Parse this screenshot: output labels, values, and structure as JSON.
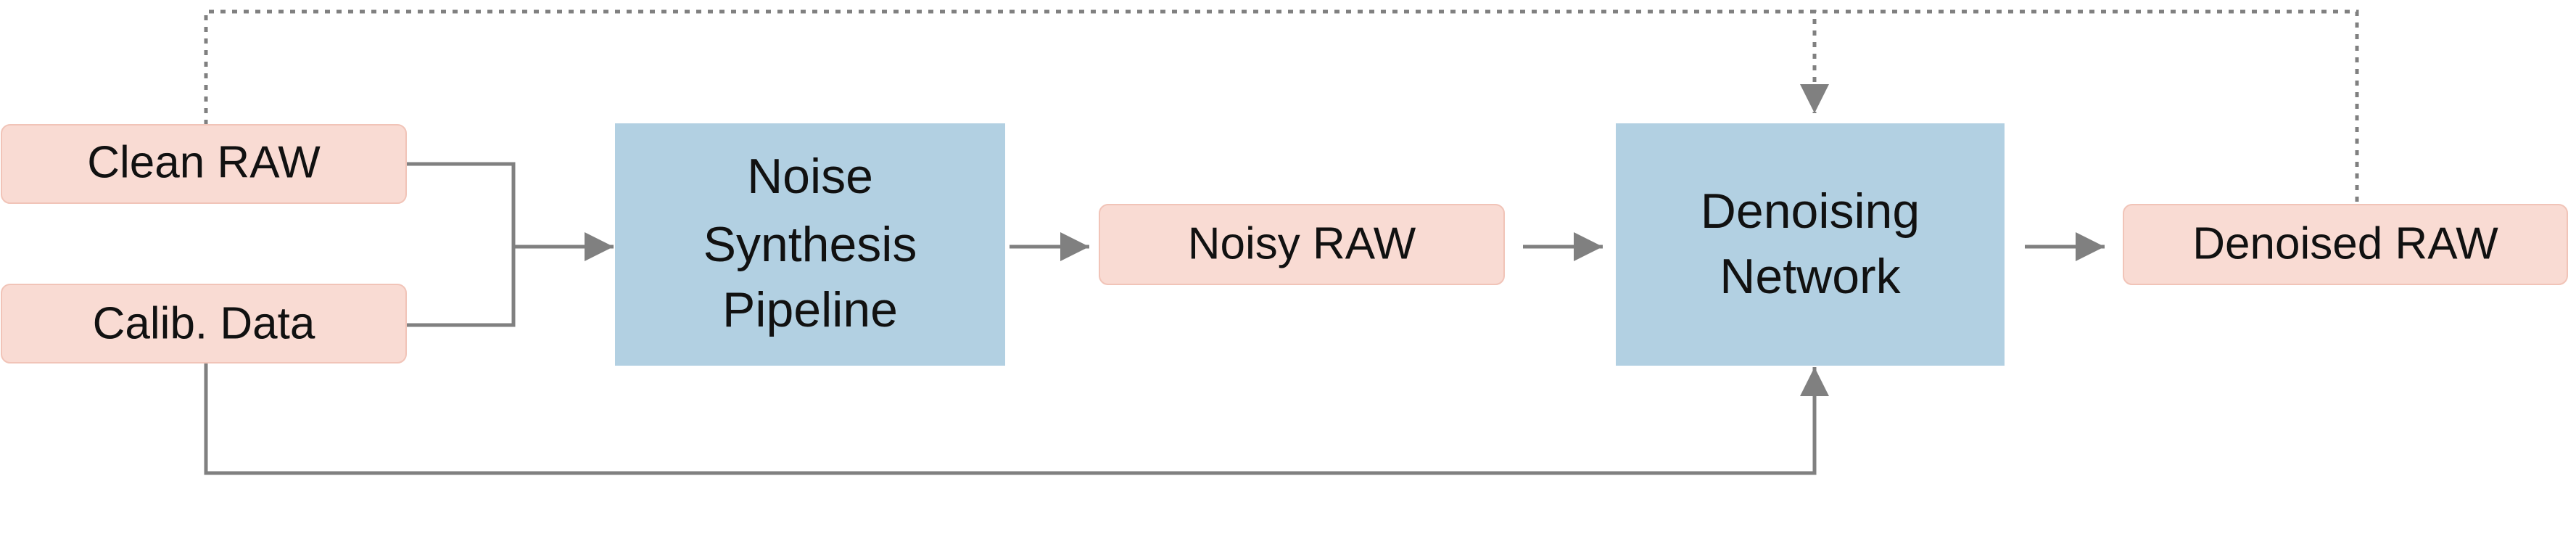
{
  "colors": {
    "data_box_fill": "#f9dbd3",
    "data_box_stroke": "#f1c4b8",
    "process_box_fill": "#b2d0e2",
    "connector": "#808080"
  },
  "nodes": {
    "clean_raw": {
      "label": "Clean RAW"
    },
    "calib_data": {
      "label": "Calib. Data"
    },
    "noise_synthesis": {
      "lines": [
        "Noise",
        "Synthesis",
        "Pipeline"
      ]
    },
    "noisy_raw": {
      "label": "Noisy RAW"
    },
    "denoising_network": {
      "lines": [
        "Denoising",
        "Network"
      ]
    },
    "denoised_raw": {
      "label": "Denoised RAW"
    }
  },
  "edges": [
    {
      "from": "clean_raw",
      "to": "noise_synthesis",
      "style": "solid"
    },
    {
      "from": "calib_data",
      "to": "noise_synthesis",
      "style": "solid"
    },
    {
      "from": "noise_synthesis",
      "to": "noisy_raw",
      "style": "solid"
    },
    {
      "from": "noisy_raw",
      "to": "denoising_network",
      "style": "solid"
    },
    {
      "from": "denoising_network",
      "to": "denoised_raw",
      "style": "solid"
    },
    {
      "from": "calib_data",
      "to": "denoising_network",
      "style": "solid"
    },
    {
      "from": "clean_raw",
      "to": "denoising_network",
      "style": "dotted"
    },
    {
      "from": "denoised_raw",
      "to": "denoising_network",
      "style": "dotted"
    }
  ]
}
